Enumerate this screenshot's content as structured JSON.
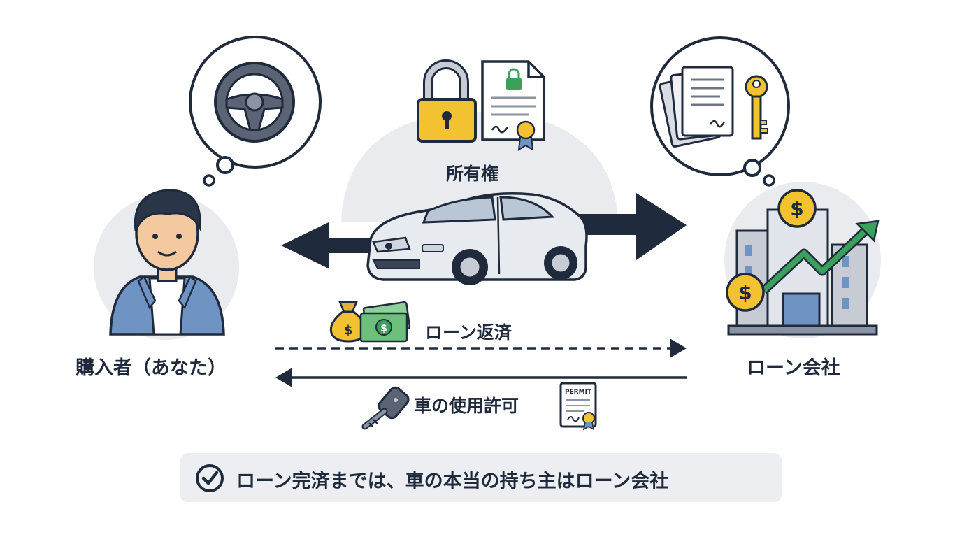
{
  "labels": {
    "buyer": "購入者（あなた）",
    "lender": "ローン会社",
    "ownership": "所有権",
    "repayment": "ローン返済",
    "usage_permission": "車の使用許可",
    "permit_doc": "PERMIT"
  },
  "summary": {
    "text": "ローン完済までは、車の本当の持ち主はローン会社"
  },
  "colors": {
    "navy": "#1f2a3c",
    "gold": "#f2c230",
    "green": "#3aa05a",
    "light_gray": "#e9ebef",
    "blue_shirt": "#6f94c4"
  },
  "icons": [
    "steering-wheel-icon",
    "padlock-icon",
    "certificate-icon",
    "documents-icon",
    "key-icon",
    "money-bag-icon",
    "cash-icon",
    "car-key-icon",
    "permit-icon",
    "check-circle-icon",
    "building-icon",
    "growth-arrow-icon",
    "dollar-coin-icon"
  ]
}
